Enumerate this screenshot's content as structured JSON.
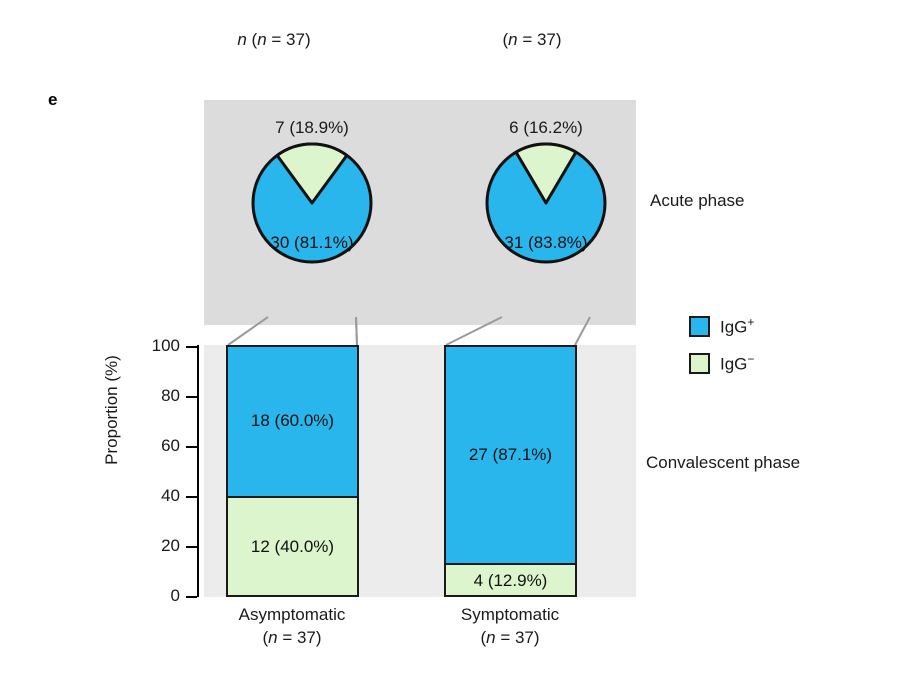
{
  "panel": {
    "letter": "e"
  },
  "top_captions": [
    {
      "text": "(n = 37)"
    },
    {
      "text": "(n = 37)"
    }
  ],
  "phases": {
    "acute_label": "Acute phase",
    "convalescent_label": "Convalescent phase"
  },
  "axis": {
    "ylabel": "Proportion (%)",
    "yticks": [
      "0",
      "20",
      "40",
      "60",
      "80",
      "100"
    ]
  },
  "legend": {
    "position": "right",
    "items": [
      {
        "name": "IgG",
        "sign": "+",
        "color": "#29b6ec"
      },
      {
        "name": "IgG",
        "sign": "−",
        "color": "#ddf5cc"
      }
    ]
  },
  "groups": [
    {
      "name": "Asymptomatic",
      "n_text": "(n = 37)",
      "n": 37
    },
    {
      "name": "Symptomatic",
      "n_text": "(n = 37)",
      "n": 37
    }
  ],
  "colors": {
    "igg_positive": "#29b6ec",
    "igg_negative": "#ddf5cc",
    "acute_panel_bg": "#dcdcdc",
    "convalescent_panel_bg": "#ececec",
    "outline": "#1a1a1a",
    "connector": "#9a9a9a"
  },
  "chart_data": [
    {
      "type": "pie",
      "title": "Acute phase — Asymptomatic",
      "group": "Asymptomatic",
      "total": 37,
      "slices": [
        {
          "label": "IgG−",
          "count": 7,
          "percent": 18.9,
          "text": "7 (18.9%)",
          "color": "#ddf5cc",
          "position": "top"
        },
        {
          "label": "IgG+",
          "count": 30,
          "percent": 81.1,
          "text": "30 (81.1%)",
          "color": "#29b6ec",
          "position": "inside"
        }
      ]
    },
    {
      "type": "pie",
      "title": "Acute phase — Symptomatic",
      "group": "Symptomatic",
      "total": 37,
      "slices": [
        {
          "label": "IgG−",
          "count": 6,
          "percent": 16.2,
          "text": "6 (16.2%)",
          "color": "#ddf5cc",
          "position": "top"
        },
        {
          "label": "IgG+",
          "count": 31,
          "percent": 83.8,
          "text": "31 (83.8%)",
          "color": "#29b6ec",
          "position": "inside"
        }
      ]
    },
    {
      "type": "bar",
      "title": "Convalescent phase",
      "stacked": true,
      "normalized": true,
      "categories": [
        "Asymptomatic",
        "Symptomatic"
      ],
      "xlabel": "",
      "ylabel": "Proportion (%)",
      "ylim": [
        0,
        100
      ],
      "yticks": [
        0,
        20,
        40,
        60,
        80,
        100
      ],
      "grid": false,
      "series": [
        {
          "name": "IgG+",
          "color": "#29b6ec",
          "values": [
            60.0,
            87.1
          ],
          "counts": [
            18,
            27
          ],
          "labels": [
            "18 (60.0%)",
            "27 (87.1%)"
          ]
        },
        {
          "name": "IgG−",
          "color": "#ddf5cc",
          "values": [
            40.0,
            12.9
          ],
          "counts": [
            12,
            4
          ],
          "labels": [
            "12 (40.0%)",
            "4 (12.9%)"
          ]
        }
      ],
      "totals": [
        30,
        31
      ]
    }
  ]
}
